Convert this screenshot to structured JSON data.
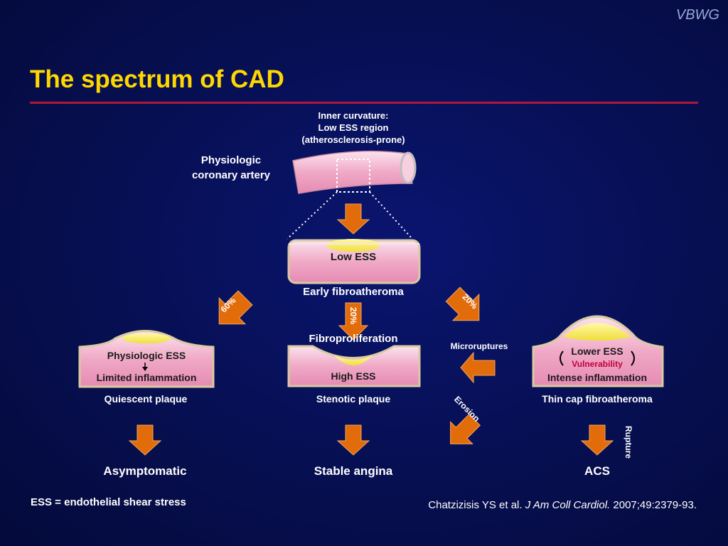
{
  "header": {
    "brand": "VBWG",
    "title": "The spectrum of CAD"
  },
  "diagram": {
    "inner_curvature": [
      "Inner curvature:",
      "Low ESS region",
      "(atherosclerosis-prone)"
    ],
    "physiologic_artery": [
      "Physiologic",
      "coronary artery"
    ],
    "early": {
      "vessel_label": "Low ESS",
      "caption": "Early fibroatheroma"
    },
    "branches": {
      "left_pct": "60%",
      "center_pct": "20%",
      "right_pct": "20%"
    },
    "quiescent": {
      "label_top": "Physiologic ESS",
      "label_bottom": "Limited inflammation",
      "caption": "Quiescent plaque",
      "outcome": "Asymptomatic"
    },
    "stenotic": {
      "label_top": "Fibroproliferation",
      "vessel_label": "High ESS",
      "caption": "Stenotic plaque",
      "outcome": "Stable angina"
    },
    "thincap": {
      "label_top": "Lower ESS",
      "label_mid": "Vulnerability",
      "label_bottom": "Intense inflammation",
      "caption": "Thin cap fibroatheroma",
      "outcome": "ACS"
    },
    "microruptures": "Microruptures",
    "erosion": "Erosion",
    "rupture": "Rupture"
  },
  "footer": {
    "footnote": "ESS = endothelial shear stress",
    "citation_authors": "Chatzizisis YS et al.",
    "citation_journal": "J Am Coll Cardiol.",
    "citation_ref": "2007;49:2379-93."
  },
  "colors": {
    "title": "#ffd700",
    "rule": "#b0183a",
    "arrow": "#e36c0a",
    "vessel": "#f2b8cf",
    "plaque": "#f2e64a"
  }
}
